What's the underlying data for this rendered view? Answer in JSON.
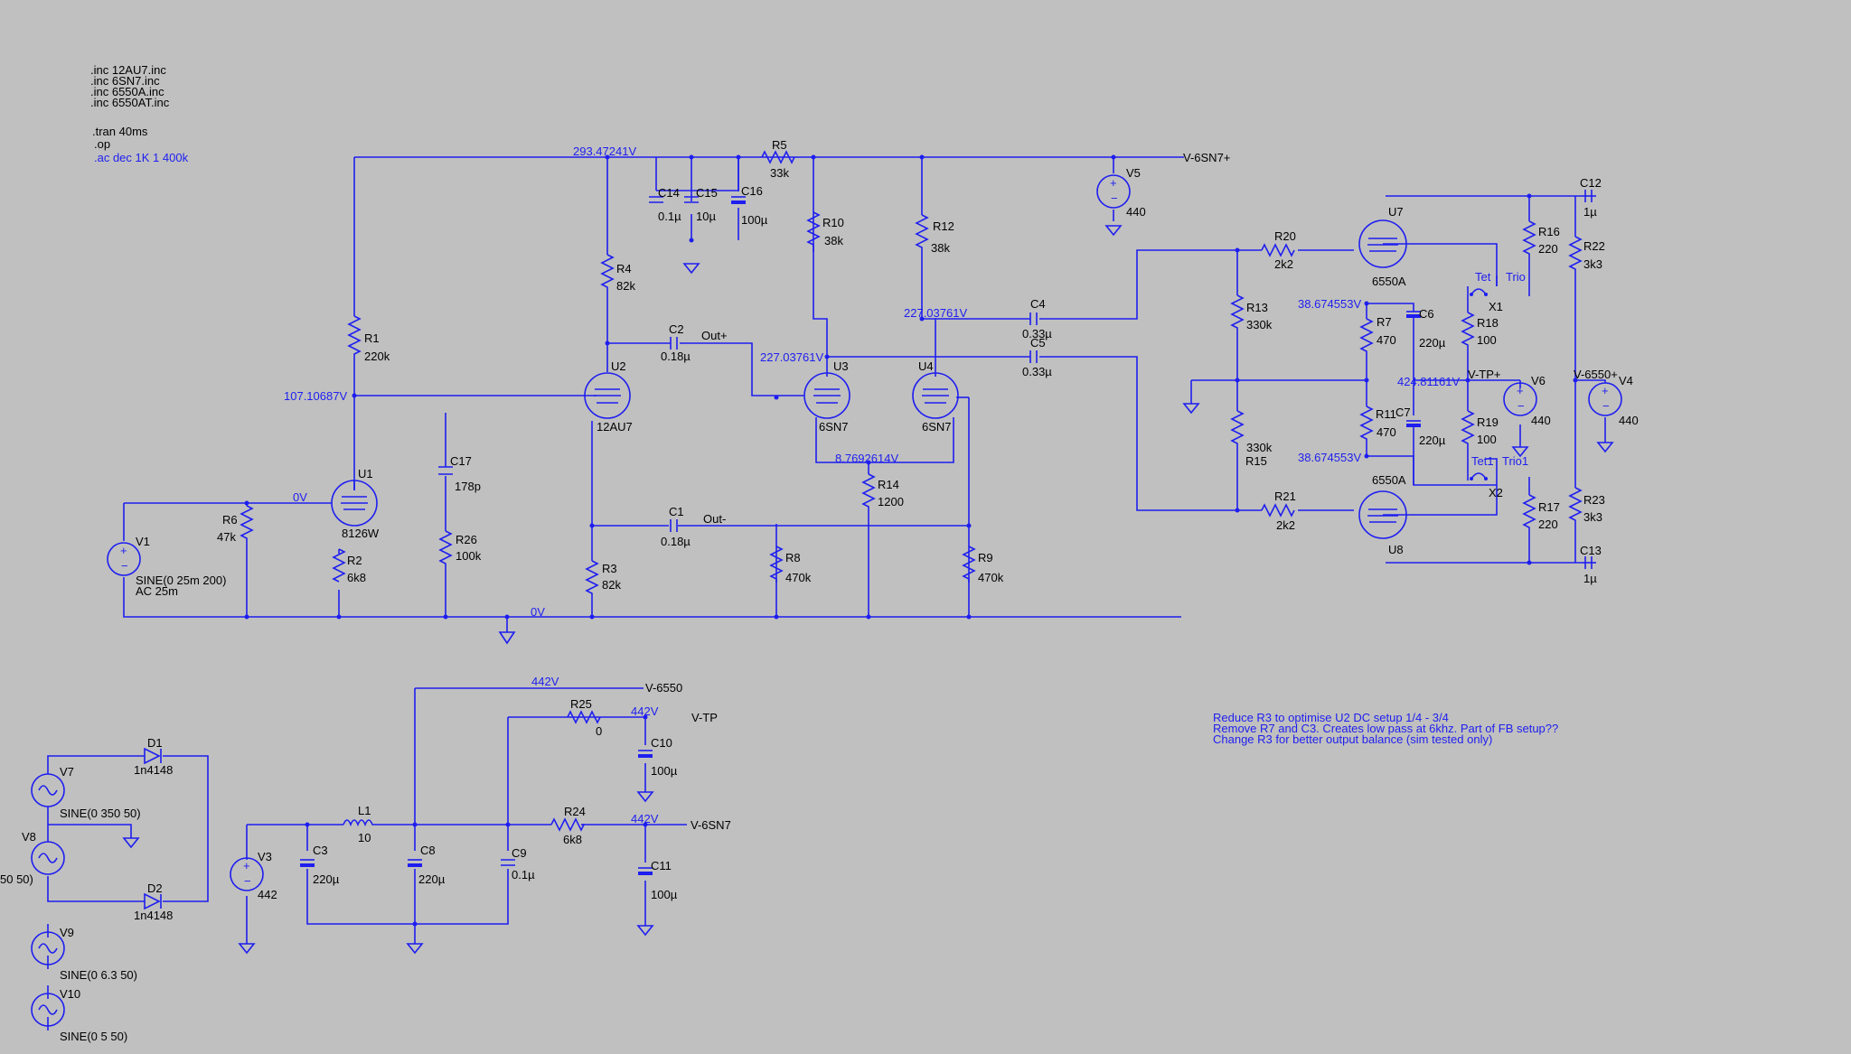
{
  "directives": {
    "inc_lines": [
      ".inc 12AU7.inc",
      ".inc 6SN7.inc",
      ".inc 6550A.inc",
      ".inc 6550AT.inc"
    ],
    "tran": ".tran 40ms",
    "op": ".op",
    "ac": ".ac dec 1K 1 400k"
  },
  "notes": [
    "Reduce R3 to optimise U2 DC setup 1/4 - 3/4",
    "Remove R7 and C3. Creates low pass at 6khz. Part of FB setup??",
    "Change R3 for better output balance (sim tested only)"
  ],
  "voltages": {
    "v_293": "293.47241V",
    "v_107": "107.10687V",
    "v_227a": "227.03761V",
    "v_227b": "227.03761V",
    "v_8_769": "8.7692614V",
    "v_38a": "38.674553V",
    "v_38b": "38.674553V",
    "v_424": "424.81161V",
    "v_0a": "0V",
    "v_0b": "0V",
    "v_442a": "442V",
    "v_442b": "442V",
    "v_442c": "442V"
  },
  "nets": {
    "v6sn7_plus": "V-6SN7+",
    "v6550": "V-6550",
    "vtp": "V-TP",
    "v6sn7": "V-6SN7",
    "vtp_plus": "V-TP+",
    "v6550_plus": "V-6550+",
    "out_plus": "Out+",
    "out_minus": "Out-",
    "tet": "Tet",
    "trio": "Trio",
    "tet1": "Tet1",
    "trio1": "Trio1"
  },
  "resistors": {
    "R1": {
      "name": "R1",
      "value": "220k"
    },
    "R2": {
      "name": "R2",
      "value": "6k8"
    },
    "R3": {
      "name": "R3",
      "value": "82k"
    },
    "R4": {
      "name": "R4",
      "value": "82k"
    },
    "R5": {
      "name": "R5",
      "value": "33k"
    },
    "R6": {
      "name": "R6",
      "value": "47k"
    },
    "R7": {
      "name": "R7",
      "value": "470"
    },
    "R8": {
      "name": "R8",
      "value": "470k"
    },
    "R9": {
      "name": "R9",
      "value": "470k"
    },
    "R10": {
      "name": "R10",
      "value": "38k"
    },
    "R11": {
      "name": "R11",
      "value": "470"
    },
    "R12": {
      "name": "R12",
      "value": "38k"
    },
    "R13": {
      "name": "R13",
      "value": "330k"
    },
    "R14": {
      "name": "R14",
      "value": "1200"
    },
    "R15": {
      "name": "R15",
      "value": "330k"
    },
    "R16": {
      "name": "R16",
      "value": "220"
    },
    "R17": {
      "name": "R17",
      "value": "220"
    },
    "R18": {
      "name": "R18",
      "value": "100"
    },
    "R19": {
      "name": "R19",
      "value": "100"
    },
    "R20": {
      "name": "R20",
      "value": "2k2"
    },
    "R21": {
      "name": "R21",
      "value": "2k2"
    },
    "R22": {
      "name": "R22",
      "value": "3k3"
    },
    "R23": {
      "name": "R23",
      "value": "3k3"
    },
    "R24": {
      "name": "R24",
      "value": "6k8"
    },
    "R25": {
      "name": "R25",
      "value": "0"
    },
    "R26": {
      "name": "R26",
      "value": "100k"
    }
  },
  "capacitors": {
    "C1": {
      "name": "C1",
      "value": "0.18µ"
    },
    "C2": {
      "name": "C2",
      "value": "0.18µ"
    },
    "C3": {
      "name": "C3",
      "value": "220µ"
    },
    "C4": {
      "name": "C4",
      "value": "0.33µ"
    },
    "C5": {
      "name": "C5",
      "value": "0.33µ"
    },
    "C6": {
      "name": "C6",
      "value": "220µ"
    },
    "C7": {
      "name": "C7",
      "value": "220µ"
    },
    "C8": {
      "name": "C8",
      "value": "220µ"
    },
    "C9": {
      "name": "C9",
      "value": "0.1µ"
    },
    "C10": {
      "name": "C10",
      "value": "100µ"
    },
    "C11": {
      "name": "C11",
      "value": "100µ"
    },
    "C12": {
      "name": "C12",
      "value": "1µ"
    },
    "C13": {
      "name": "C13",
      "value": "1µ"
    },
    "C14": {
      "name": "C14",
      "value": "0.1µ"
    },
    "C15": {
      "name": "C15",
      "value": "10µ"
    },
    "C16": {
      "name": "C16",
      "value": "100µ"
    },
    "C17": {
      "name": "C17",
      "value": "178p"
    }
  },
  "tubes": {
    "U1": {
      "name": "U1",
      "model": "8126W"
    },
    "U2": {
      "name": "U2",
      "model": "12AU7"
    },
    "U3": {
      "name": "U3",
      "model": "6SN7"
    },
    "U4": {
      "name": "U4",
      "model": "6SN7"
    },
    "U7": {
      "name": "U7",
      "model": "6550A"
    },
    "U8": {
      "name": "U8",
      "model": "6550A"
    }
  },
  "sources": {
    "V1": {
      "name": "V1",
      "value": "SINE(0 25m 200)",
      "value2": "AC 25m"
    },
    "V3": {
      "name": "V3",
      "value": "442"
    },
    "V4": {
      "name": "V4",
      "value": "440"
    },
    "V5": {
      "name": "V5",
      "value": "440"
    },
    "V6": {
      "name": "V6",
      "value": "440"
    },
    "V7": {
      "name": "V7",
      "value": "SINE(0 350 50)"
    },
    "V8": {
      "name": "V8",
      "value": "50 50)"
    },
    "V9": {
      "name": "V9",
      "value": "SINE(0 6.3 50)"
    },
    "V10": {
      "name": "V10",
      "value": "SINE(0 5 50)"
    }
  },
  "inductors": {
    "L1": {
      "name": "L1",
      "value": "10"
    }
  },
  "diodes": {
    "D1": {
      "name": "D1",
      "value": "1n4148"
    },
    "D2": {
      "name": "D2",
      "value": "1n4148"
    }
  },
  "switches": {
    "X1": {
      "name": "X1"
    },
    "X2": {
      "name": "X2"
    }
  }
}
